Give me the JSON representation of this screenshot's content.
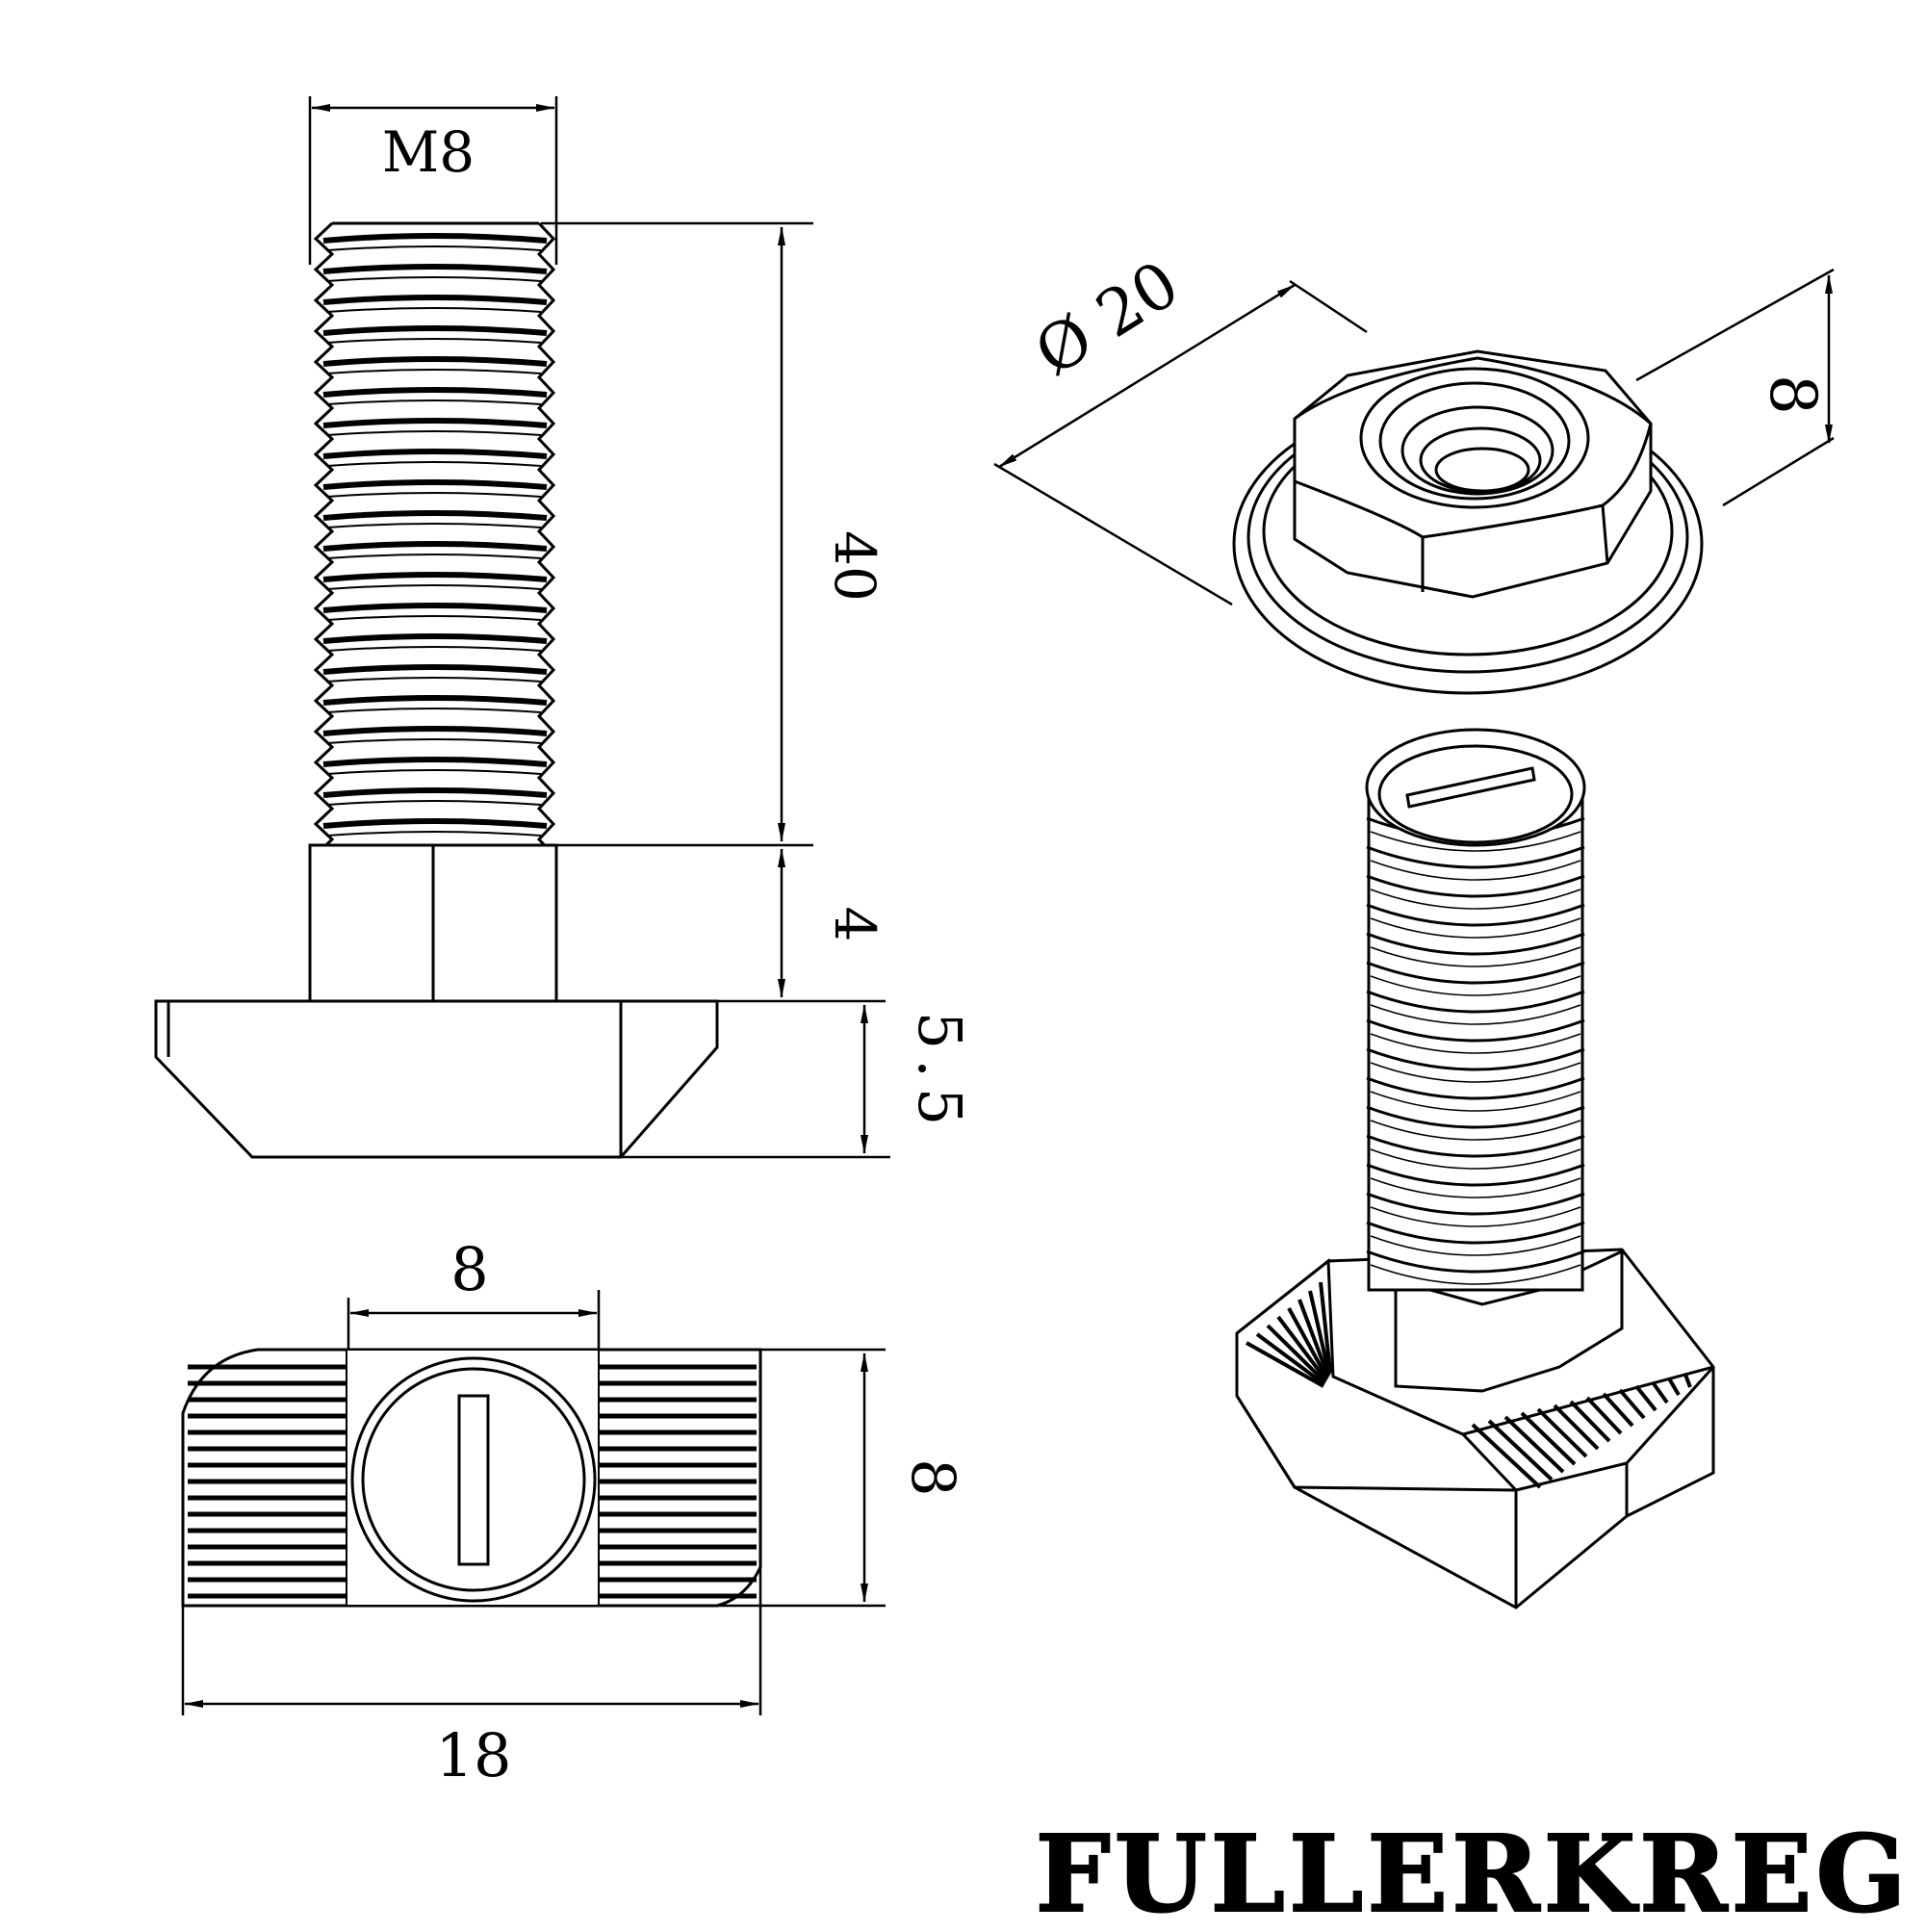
{
  "dimensions": {
    "thread_size": "M8",
    "bolt_length": "40",
    "neck_height": "4",
    "head_thickness": "5.5",
    "head_width": "8",
    "head_length": "18",
    "bottom_slot_width": "8",
    "nut_diameter": "Ø 20",
    "nut_height": "8"
  },
  "brand": "FULLERKREG",
  "colors": {
    "line": "#000000",
    "background": "#ffffff"
  }
}
